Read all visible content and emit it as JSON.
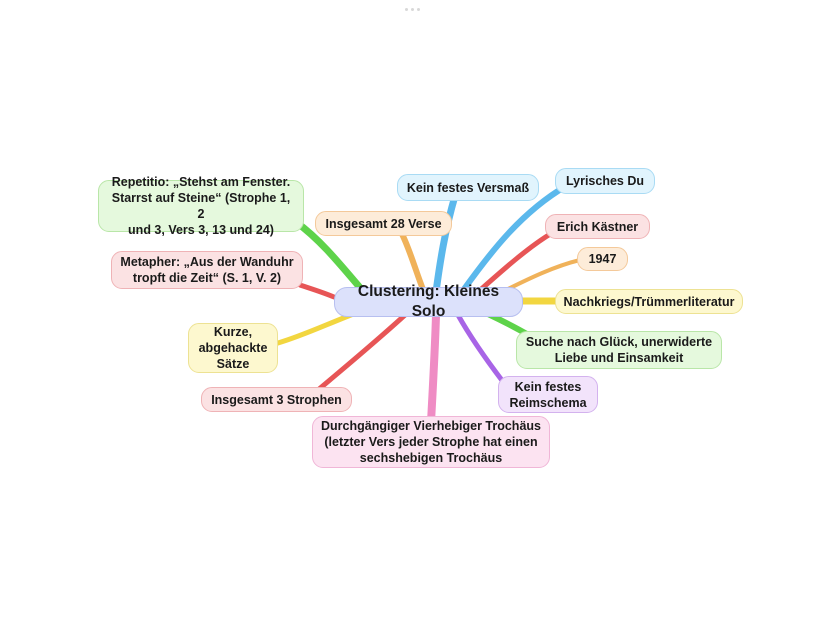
{
  "mindmap": {
    "center": "Clustering: Kleines Solo",
    "nodes": [
      {
        "id": "versmass",
        "text": "Kein festes Versmaß",
        "color": "blue"
      },
      {
        "id": "lyrisches-du",
        "text": "Lyrisches Du",
        "color": "blue"
      },
      {
        "id": "kaestner",
        "text": "Erich Kästner",
        "color": "red"
      },
      {
        "id": "jahr",
        "text": "1947",
        "color": "orange"
      },
      {
        "id": "epoche",
        "text": "Nachkriegs/Trümmerliteratur",
        "color": "yellow"
      },
      {
        "id": "thema",
        "text": "Suche nach Glück, unerwiderte\nLiebe und Einsamkeit",
        "color": "green"
      },
      {
        "id": "reimschema",
        "text": "Kein festes\nReimschema",
        "color": "purple"
      },
      {
        "id": "metrum",
        "text": "Durchgängiger Vierhebiger Trochäus\n(letzter Vers jeder Strophe hat einen\nsechshebigen Trochäus",
        "color": "pink"
      },
      {
        "id": "strophen",
        "text": "Insgesamt 3 Strophen",
        "color": "red"
      },
      {
        "id": "saetze",
        "text": "Kurze,\nabgehackte\nSätze",
        "color": "yellow"
      },
      {
        "id": "metapher",
        "text": "Metapher: „Aus der Wanduhr\ntropft die Zeit“ (S. 1, V. 2)",
        "color": "red"
      },
      {
        "id": "repetitio",
        "text": "Repetitio: „Stehst am Fenster.\nStarrst auf Steine“ (Strophe 1, 2\nund 3, Vers 3, 13 und 24)",
        "color": "green"
      },
      {
        "id": "verse",
        "text": "Insgesamt 28 Verse",
        "color": "orange"
      }
    ]
  },
  "colors": {
    "blue": "#5bb8ec",
    "red": "#e75556",
    "orange": "#f0b25a",
    "yellow": "#f2d640",
    "green": "#5ed34a",
    "purple": "#a864e6",
    "pink": "#ef8cc4"
  }
}
